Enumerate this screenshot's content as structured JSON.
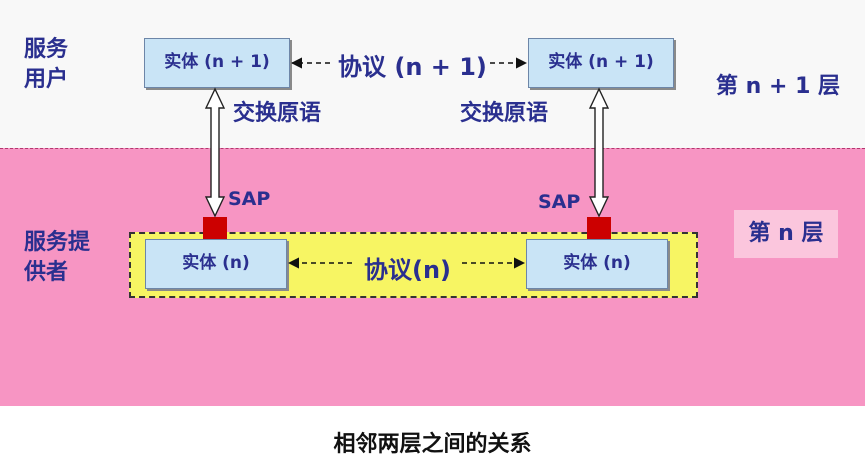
{
  "upper": {
    "side_label_line1": "服务",
    "side_label_line2": "用户",
    "layer_label": "第 n + 1 层",
    "entity_left": "实体 (n + 1)",
    "entity_right": "实体 (n + 1)",
    "protocol": "协议 (n + 1)",
    "primitive_left": "交换原语",
    "primitive_right": "交换原语"
  },
  "lower": {
    "side_label_line1": "服务提",
    "side_label_line2": "供者",
    "layer_label": "第 n 层",
    "entity_left": "实体 (n)",
    "entity_right": "实体 (n)",
    "protocol": "协议(n)",
    "sap_left": "SAP",
    "sap_right": "SAP"
  },
  "caption": "相邻两层之间的关系",
  "colors": {
    "provider_band": "#f795c3",
    "inner_box": "#f7f563",
    "entity_fill": "#c9e4f6",
    "text": "#2a2f8f",
    "sap": "#cc0000"
  }
}
